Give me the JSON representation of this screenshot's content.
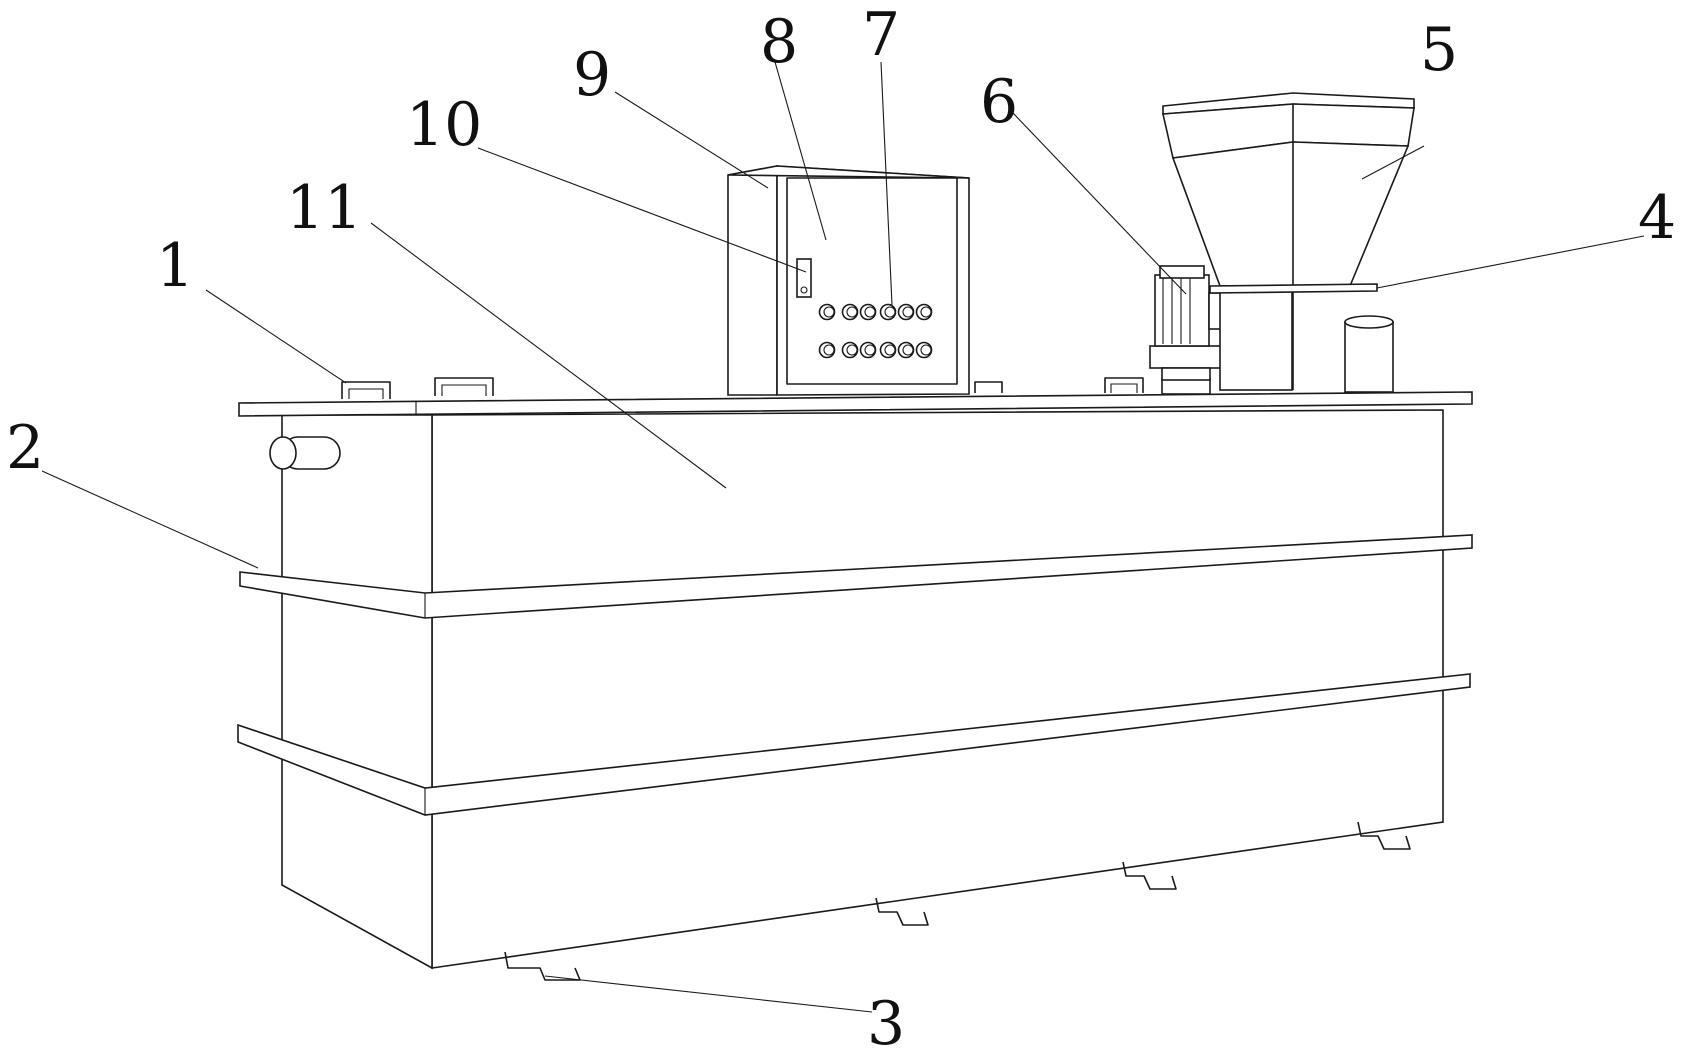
{
  "callouts": [
    {
      "id": "label-1",
      "text": "1"
    },
    {
      "id": "label-2",
      "text": "2"
    },
    {
      "id": "label-3",
      "text": "3"
    },
    {
      "id": "label-4",
      "text": "4"
    },
    {
      "id": "label-5",
      "text": "5"
    },
    {
      "id": "label-6",
      "text": "6"
    },
    {
      "id": "label-7",
      "text": "7"
    },
    {
      "id": "label-8",
      "text": "8"
    },
    {
      "id": "label-9",
      "text": "9"
    },
    {
      "id": "label-10",
      "text": "10"
    },
    {
      "id": "label-11",
      "text": "11"
    }
  ]
}
